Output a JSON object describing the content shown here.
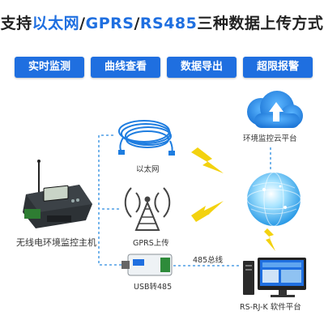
{
  "title": {
    "prefix": "支持",
    "part1": "以太网",
    "sep1": "/",
    "part2": "GPRS",
    "sep2": "/",
    "part3": "RS485",
    "suffix": "三种数据上传方式"
  },
  "features": [
    "实时监测",
    "曲线查看",
    "数据导出",
    "超限报警"
  ],
  "labels": {
    "host": "无线电环境监控主机",
    "ethernet": "以太网",
    "gprs": "GPRS上传",
    "usb485": "USB转485",
    "bus485": "485总线",
    "cloud": "环境监控云平台",
    "software": "RS-RJ-K 软件平台"
  },
  "colors": {
    "accent": "#1f6fe0",
    "dash": "#2a8be0",
    "lightning": "#f3d20f"
  }
}
